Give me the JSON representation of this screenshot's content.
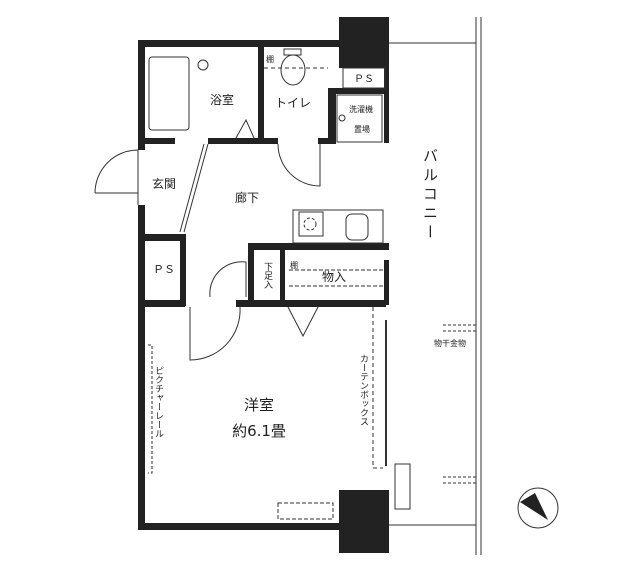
{
  "rooms": {
    "bath": "浴室",
    "toilet": "トイレ",
    "ps_top": "ＰＳ",
    "laundry_1": "洗濯機",
    "laundry_2": "置場",
    "balcony": "バルコニー",
    "entrance": "玄関",
    "hallway": "廊下",
    "ps_bottom": "ＰＳ",
    "shoe_storage": "下足入",
    "closet": "物入",
    "shelf_top": "棚",
    "shelf_closet": "棚",
    "western_room": "洋室",
    "western_room_size": "約6.1畳",
    "picture_rail": "ピクチャーレール",
    "curtain_box": "カーテンボックス",
    "laundry_hanger": "物干金物"
  },
  "colors": {
    "wall": "#222222",
    "line": "#333333"
  }
}
